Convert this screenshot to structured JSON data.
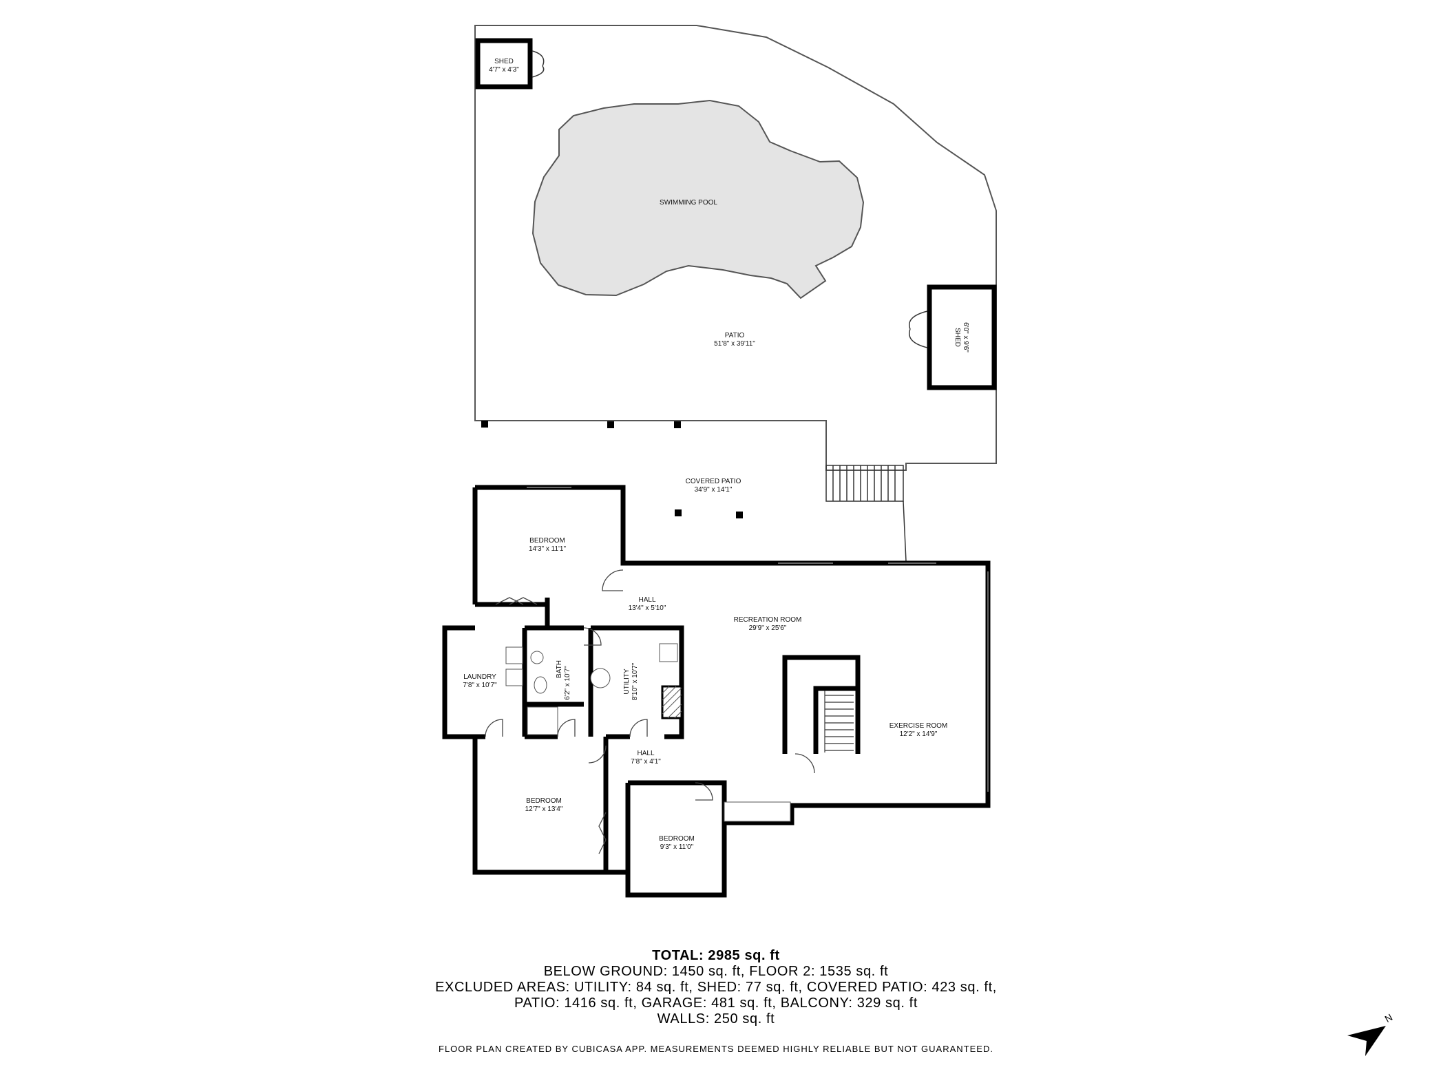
{
  "rooms": {
    "shed_1": {
      "name": "SHED",
      "dims": "4'7\" x 4'3\""
    },
    "pool": {
      "name": "SWIMMING POOL"
    },
    "patio": {
      "name": "PATIO",
      "dims": "51'8\" x 39'11\""
    },
    "shed_2": {
      "name": "SHED",
      "dims": "6'0\" x 9'6\""
    },
    "covered_patio": {
      "name": "COVERED PATIO",
      "dims": "34'9\" x 14'1\""
    },
    "bedroom_1": {
      "name": "BEDROOM",
      "dims": "14'3\" x 11'1\""
    },
    "hall_1": {
      "name": "HALL",
      "dims": "13'4\" x 5'10\""
    },
    "recreation_room": {
      "name": "RECREATION ROOM",
      "dims": "29'9\" x 25'6\""
    },
    "laundry": {
      "name": "LAUNDRY",
      "dims": "7'8\" x 10'7\""
    },
    "bath": {
      "name": "BATH",
      "dims": "6'2\" x 10'7\""
    },
    "utility": {
      "name": "UTILITY",
      "dims": "8'10\" x 10'7\""
    },
    "exercise_room": {
      "name": "EXERCISE ROOM",
      "dims": "12'2\" x 14'9\""
    },
    "hall_2": {
      "name": "HALL",
      "dims": "7'8\" x 4'1\""
    },
    "bedroom_2": {
      "name": "BEDROOM",
      "dims": "12'7\" x 13'4\""
    },
    "bedroom_3": {
      "name": "BEDROOM",
      "dims": "9'3\" x 11'0\""
    }
  },
  "summary": {
    "total": "TOTAL: 2985 sq. ft",
    "line_1": "BELOW GROUND: 1450 sq. ft, FLOOR 2: 1535 sq. ft",
    "line_2": "EXCLUDED AREAS: UTILITY: 84 sq. ft, SHED: 77 sq. ft, COVERED PATIO: 423 sq. ft,",
    "line_3": "PATIO: 1416 sq. ft, GARAGE: 481 sq. ft, BALCONY: 329 sq. ft",
    "line_4": "WALLS: 250 sq. ft"
  },
  "disclaimer": "FLOOR PLAN CREATED BY CUBICASA APP. MEASUREMENTS DEEMED HIGHLY RELIABLE BUT NOT GUARANTEED.",
  "compass": {
    "label": "N"
  },
  "colors": {
    "wall": "#000000",
    "pool_fill": "#e4e4e4",
    "outline": "#555555"
  }
}
